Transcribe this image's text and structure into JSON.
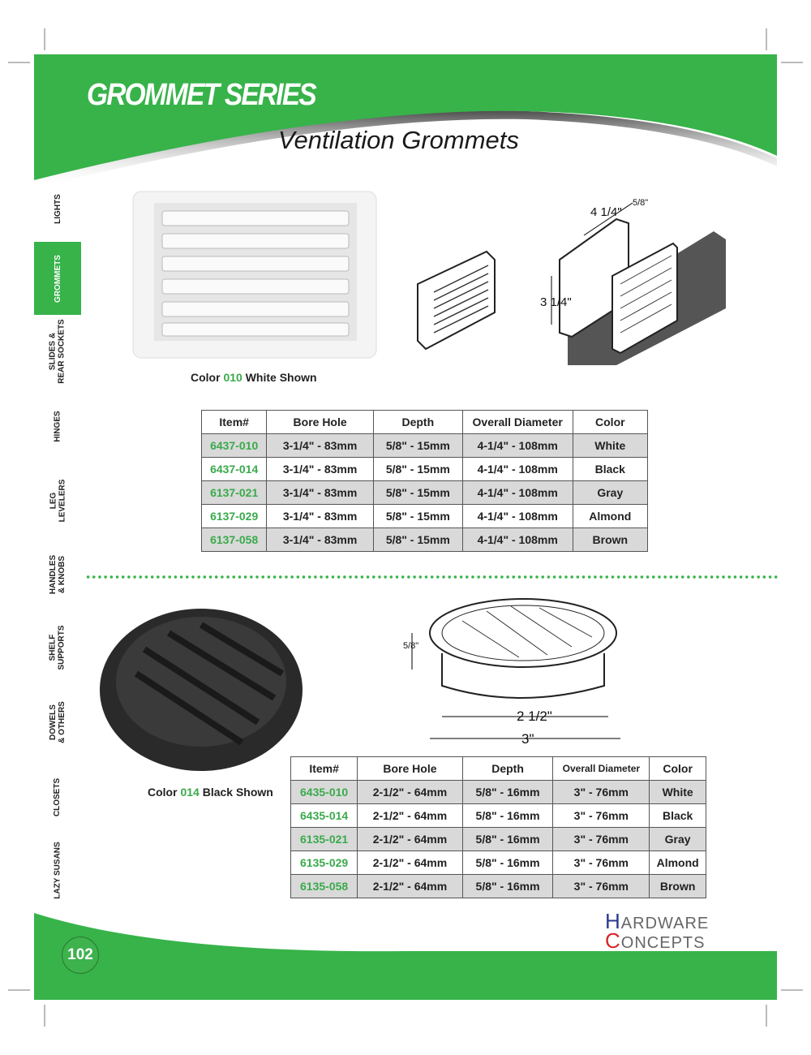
{
  "header": {
    "title": "GROMMET SERIES",
    "subtitle": "Ventilation Grommets"
  },
  "sidebar": {
    "items": [
      {
        "label": "LIGHTS"
      },
      {
        "label": "GROMMETS",
        "active": true
      },
      {
        "label": "SLIDES &\nREAR SOCKETS"
      },
      {
        "label": "HINGES"
      },
      {
        "label": "LEG\nLEVELERS"
      },
      {
        "label": "HANDLES\n& KNOBS"
      },
      {
        "label": "SHELF\nSUPPORTS"
      },
      {
        "label": "DOWELS\n& OTHERS"
      },
      {
        "label": "CLOSETS"
      },
      {
        "label": "LAZY SUSANS"
      }
    ]
  },
  "section1": {
    "caption": {
      "prefix": "Color ",
      "code": "010",
      "suffix": " White Shown"
    },
    "diagram_labels": {
      "width": "4 1/4\"",
      "depth": "5/8\"",
      "height": "3 1/4\""
    },
    "table": {
      "headers": [
        "Item#",
        "Bore Hole",
        "Depth",
        "Overall Diameter",
        "Color"
      ],
      "rows": [
        [
          "6437-010",
          "3-1/4\" - 83mm",
          "5/8\" - 15mm",
          "4-1/4\" - 108mm",
          "White"
        ],
        [
          "6437-014",
          "3-1/4\" - 83mm",
          "5/8\" - 15mm",
          "4-1/4\" - 108mm",
          "Black"
        ],
        [
          "6137-021",
          "3-1/4\" - 83mm",
          "5/8\" - 15mm",
          "4-1/4\" - 108mm",
          "Gray"
        ],
        [
          "6137-029",
          "3-1/4\" - 83mm",
          "5/8\" - 15mm",
          "4-1/4\" - 108mm",
          "Almond"
        ],
        [
          "6137-058",
          "3-1/4\" - 83mm",
          "5/8\" - 15mm",
          "4-1/4\" - 108mm",
          "Brown"
        ]
      ]
    }
  },
  "section2": {
    "caption": {
      "prefix": "Color ",
      "code": "014",
      "suffix": " Black Shown"
    },
    "diagram_labels": {
      "depth": "5/8\"",
      "bore": "2 1/2\"",
      "overall": "3\""
    },
    "table": {
      "headers": [
        "Item#",
        "Bore Hole",
        "Depth",
        "Overall Diameter",
        "Color"
      ],
      "rows": [
        [
          "6435-010",
          "2-1/2\" - 64mm",
          "5/8\" - 16mm",
          "3\" - 76mm",
          "White"
        ],
        [
          "6435-014",
          "2-1/2\" - 64mm",
          "5/8\" - 16mm",
          "3\" - 76mm",
          "Black"
        ],
        [
          "6135-021",
          "2-1/2\" - 64mm",
          "5/8\" - 16mm",
          "3\" - 76mm",
          "Gray"
        ],
        [
          "6135-029",
          "2-1/2\" - 64mm",
          "5/8\" - 16mm",
          "3\" - 76mm",
          "Almond"
        ],
        [
          "6135-058",
          "2-1/2\" - 64mm",
          "5/8\" - 16mm",
          "3\" - 76mm",
          "Brown"
        ]
      ]
    }
  },
  "footer": {
    "page_number": "102",
    "logo": {
      "line1": "HARDWARE",
      "line2": "CONCEPTS"
    }
  },
  "colors": {
    "brand_green": "#37b34a",
    "item_green": "#3aaa4c",
    "row_shade": "#d9d9d9"
  }
}
